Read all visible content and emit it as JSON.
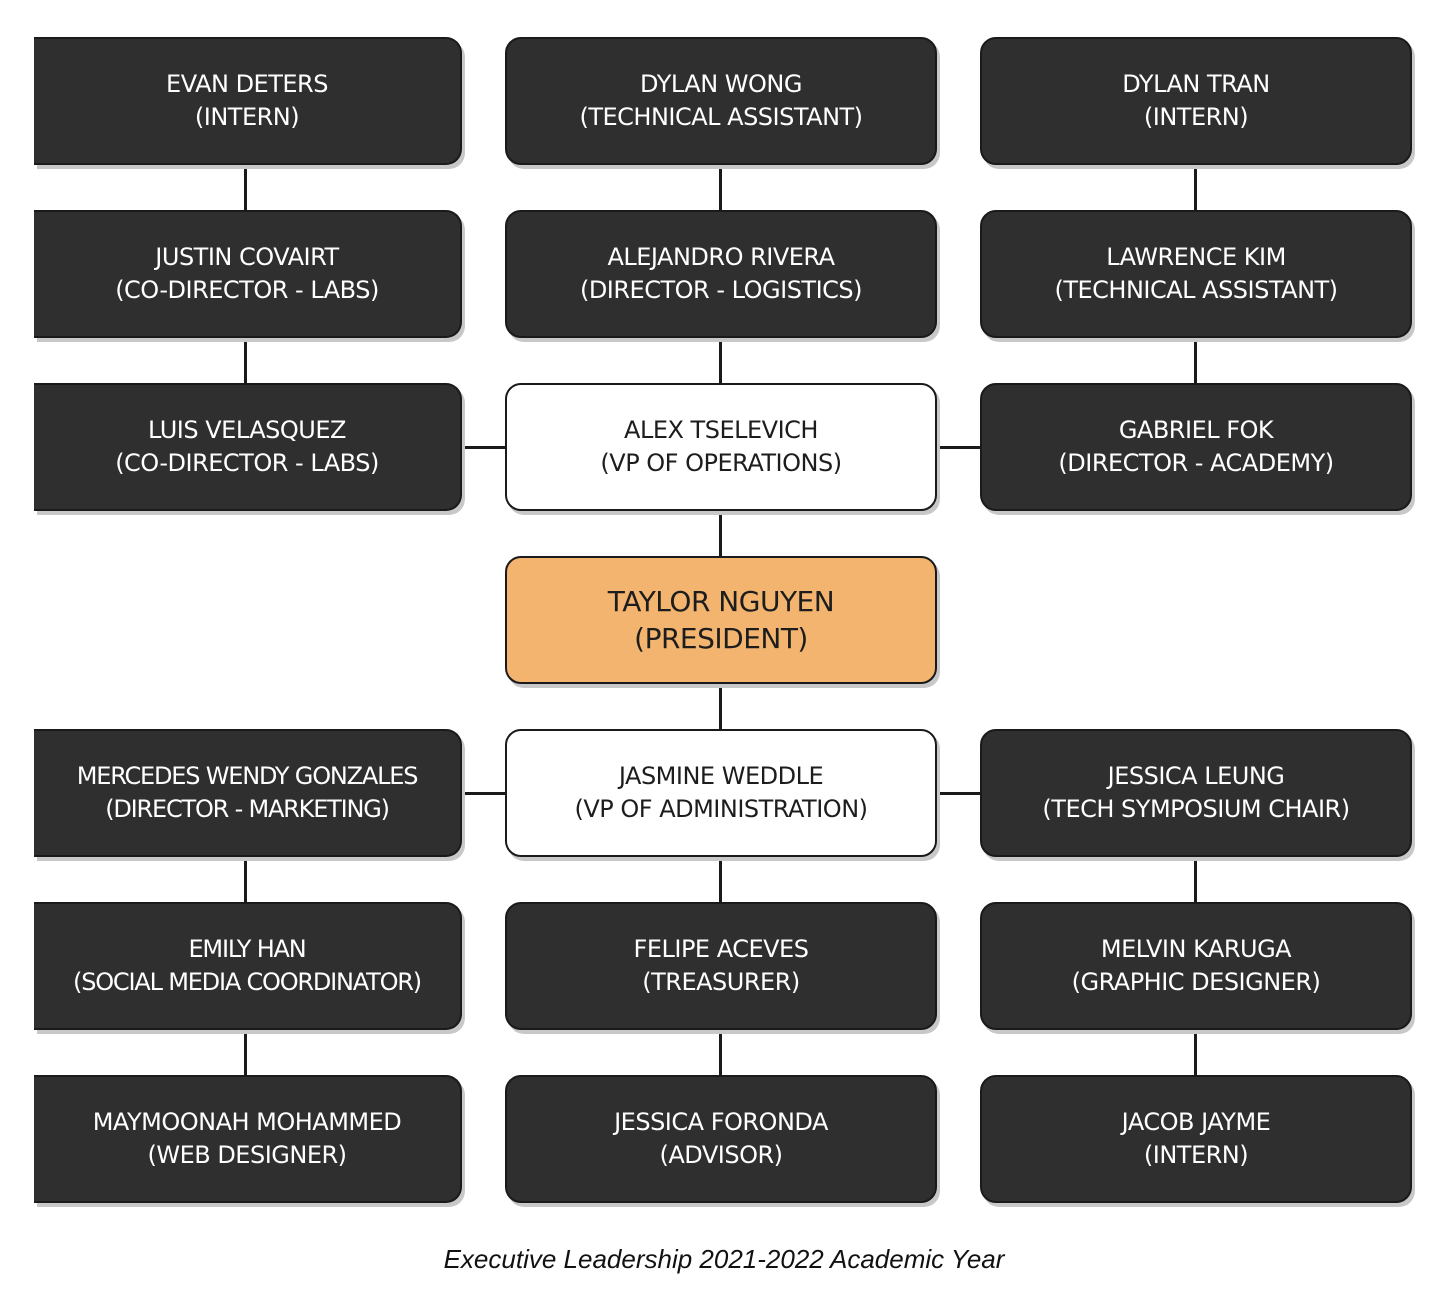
{
  "nodes": {
    "evan": {
      "name": "EVAN DETERS",
      "role": "(INTERN)"
    },
    "dylan_wong": {
      "name": "DYLAN WONG",
      "role": "(TECHNICAL ASSISTANT)"
    },
    "dylan_tran": {
      "name": "DYLAN TRAN",
      "role": "(INTERN)"
    },
    "justin": {
      "name": "JUSTIN COVAIRT",
      "role": "(CO-DIRECTOR - LABS)"
    },
    "alejandro": {
      "name": "ALEJANDRO RIVERA",
      "role": "(DIRECTOR - LOGISTICS)"
    },
    "lawrence": {
      "name": "LAWRENCE KIM",
      "role": "(TECHNICAL ASSISTANT)"
    },
    "luis": {
      "name": "LUIS VELASQUEZ",
      "role": "(CO-DIRECTOR - LABS)"
    },
    "alex": {
      "name": "ALEX TSELEVICH",
      "role": "(VP OF OPERATIONS)"
    },
    "gabriel": {
      "name": "GABRIEL FOK",
      "role": "(DIRECTOR - ACADEMY)"
    },
    "taylor": {
      "name": "TAYLOR NGUYEN",
      "role": "(PRESIDENT)"
    },
    "mercedes": {
      "name": "MERCEDES WENDY GONZALES",
      "role": "(DIRECTOR - MARKETING)"
    },
    "jasmine": {
      "name": "JASMINE WEDDLE",
      "role": "(VP OF ADMINISTRATION)"
    },
    "jessica_leung": {
      "name": "JESSICA LEUNG",
      "role": "(TECH SYMPOSIUM CHAIR)"
    },
    "emily": {
      "name": "EMILY HAN",
      "role": "(SOCIAL MEDIA COORDINATOR)"
    },
    "felipe": {
      "name": "FELIPE ACEVES",
      "role": "(TREASURER)"
    },
    "melvin": {
      "name": "MELVIN KARUGA",
      "role": "(GRAPHIC DESIGNER)"
    },
    "maymoonah": {
      "name": "MAYMOONAH MOHAMMED",
      "role": "(WEB DESIGNER)"
    },
    "jessica_foronda": {
      "name": "JESSICA FORONDA",
      "role": "(ADVISOR)"
    },
    "jacob": {
      "name": "JACOB JAYME",
      "role": "(INTERN)"
    }
  },
  "colors": {
    "dark_box": "#2f2f2f",
    "light_box": "#ffffff",
    "president_box": "#f2b46e"
  },
  "caption": "Executive Leadership 2021-2022 Academic Year"
}
